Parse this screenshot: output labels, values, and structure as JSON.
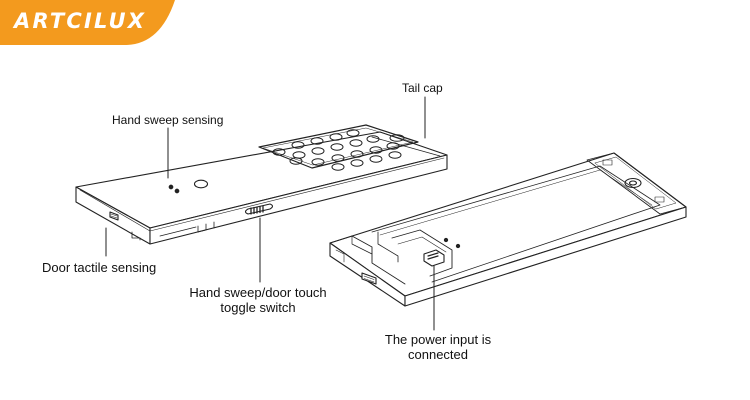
{
  "brand": {
    "name": "ARTCILUX",
    "color": "#F39A1E"
  },
  "labels": {
    "tail_cap": "Tail cap",
    "hand_sweep_sensing": "Hand sweep  sensing",
    "door_tactile_sensing": "Door tactile sensing",
    "toggle_switch_line1": "Hand sweep/door touch",
    "toggle_switch_line2": "toggle switch",
    "power_input_line1": "The power input is",
    "power_input_line2": "connected"
  },
  "colors": {
    "line": "#222222",
    "text": "#111111",
    "background": "#ffffff"
  }
}
